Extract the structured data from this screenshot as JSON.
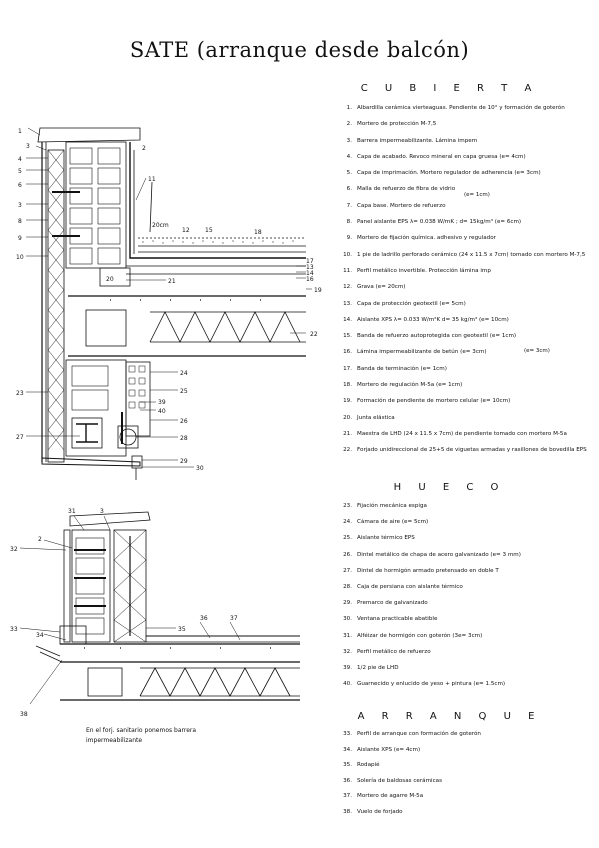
{
  "title": "SATE (arranque desde balcón)",
  "cubierta": {
    "heading": "C U B I E R T A",
    "items": [
      {
        "n": "1.",
        "text": "Albardilla cerámica vierteaguas. Pendiente de 10° y formación de goterón"
      },
      {
        "n": "2.",
        "text": "Mortero de protección M-7,5"
      },
      {
        "n": "3.",
        "text": "Barrera impermeabilizante. Lámina impem"
      },
      {
        "n": "4.",
        "text": "Capa de acabado. Revoco mineral en capa gruesa (e= 4cm)"
      },
      {
        "n": "5.",
        "text": "Capa de imprimación. Mortero regulador de adherencia (e= 3cm)"
      },
      {
        "n": "6.",
        "text": "Malla de refuerzo de fibra de vidrio"
      },
      {
        "n": "7.",
        "text": "Capa base. Mortero de refuerzo"
      },
      {
        "n": "8.",
        "text": "Panel aislante EPS λ= 0.038 W/mK ; d= 15kg/m³ (e= 6cm)"
      },
      {
        "n": "9.",
        "text": "Mortero de fijación química. adhesivo y regulador"
      },
      {
        "n": "10.",
        "text": "1 pie de ladrillo perforado cerámico (24 x 11.5 x 7cm) tomado con mortero M-7,5"
      },
      {
        "n": "11.",
        "text": "Perfil metálico invertible. Protección lámina imp"
      },
      {
        "n": "12.",
        "text": "Grava (e= 20cm)"
      },
      {
        "n": "13.",
        "text": "Capa de protección geotextil (e= 5cm)"
      },
      {
        "n": "14.",
        "text": "Aislante XPS λ= 0.033 W/m²K d= 35 kg/m³ (e= 10cm)"
      },
      {
        "n": "15.",
        "text": "Banda de refuerzo autoprotegida con geotextil (e= 1cm)"
      },
      {
        "n": "16.",
        "text": "Lámina impermeabilizante de betún (e= 3cm)"
      },
      {
        "n": "17.",
        "text": "Banda de terminación (e= 1cm)"
      },
      {
        "n": "18.",
        "text": "Mortero de regulación M-5a (e= 1cm)"
      },
      {
        "n": "19.",
        "text": "Formación de pendiente de mortero celular (e= 10cm)"
      },
      {
        "n": "20.",
        "text": "Junta elástica"
      },
      {
        "n": "21.",
        "text": "Maestra de LHD (24 x 11.5 x 7cm) de pendiente tomado con mortero M-5a"
      },
      {
        "n": "22.",
        "text": "Forjado unidireccional de 25+5 de viguetas armadas y rasillones de bovedilla EPS"
      }
    ],
    "brackets": [
      "(e= 1cm)",
      "(e= 3cm)"
    ]
  },
  "hueco": {
    "heading": "H U E C O",
    "items": [
      {
        "n": "23.",
        "text": "Fijación mecánica espiga"
      },
      {
        "n": "24.",
        "text": "Cámara de aire (e= 5cm)"
      },
      {
        "n": "25.",
        "text": "Aislante térmico EPS"
      },
      {
        "n": "26.",
        "text": "Dintel metálico de chapa de acero galvanizado (e= 3 mm)"
      },
      {
        "n": "27.",
        "text": "Dintel de hormigón armado pretensado en doble T"
      },
      {
        "n": "28.",
        "text": "Caja de persiana con aislante térmico"
      },
      {
        "n": "29.",
        "text": "Premarco de galvanizado"
      },
      {
        "n": "30.",
        "text": "Ventana practicable abatible"
      },
      {
        "n": "31.",
        "text": "Alféizar de hormigón con goterón (3e= 3cm)"
      },
      {
        "n": "32.",
        "text": "Perfil metálico de refuerzo"
      },
      {
        "n": "39.",
        "text": "1/2 pie de LHD"
      },
      {
        "n": "40.",
        "text": "Guarnecido y enlucido de yeso + pintura (e= 1.5cm)"
      }
    ]
  },
  "arranque": {
    "heading": "A R R A N Q U E",
    "items": [
      {
        "n": "33.",
        "text": "Perfil de arranque con formación de goterón"
      },
      {
        "n": "34.",
        "text": "Aislante XPS (e= 4cm)"
      },
      {
        "n": "35.",
        "text": "Rodapié"
      },
      {
        "n": "36.",
        "text": "Solería de baldosas cerámicas"
      },
      {
        "n": "37.",
        "text": "Mortero de agarre M-5a"
      },
      {
        "n": "38.",
        "text": "Vuelo de forjado"
      }
    ]
  },
  "note": "En el forj. sanitario ponemos barrera impermeabilizante",
  "drawing_labels": {
    "l1": "1",
    "l2": "2",
    "l3": "3",
    "l4": "4",
    "l5": "5",
    "l6": "6",
    "l7": "3",
    "l8": "8",
    "l9": "9",
    "l10": "10",
    "l11": "11",
    "l12": "12",
    "l13": "13",
    "l14": "14",
    "l15": "15",
    "l16": "16",
    "l17": "17",
    "l18": "18",
    "l19": "19",
    "l20": "20",
    "l21": "21",
    "l22": "22",
    "l23": "23",
    "l24": "24",
    "l25": "25",
    "l26": "26",
    "l27": "27",
    "l28": "28",
    "l29": "29",
    "l30": "30",
    "l39": "39",
    "l40": "40",
    "dim20": "20cm",
    "b31": "31",
    "b3": "3",
    "b2": "2",
    "b32": "32",
    "b33": "33",
    "b34": "34",
    "b35": "35",
    "b36": "36",
    "b37": "37",
    "b38": "38"
  }
}
